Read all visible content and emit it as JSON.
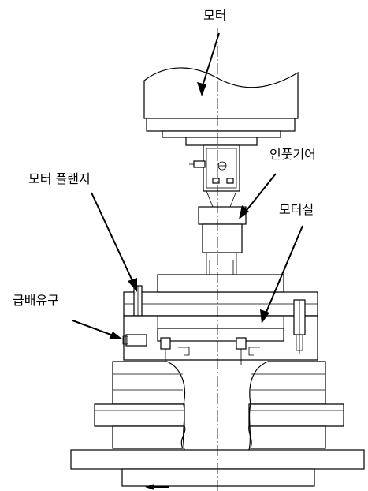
{
  "labels": {
    "motor": "모터",
    "input_gear": "인풋기어",
    "motor_flange": "모터 플랜지",
    "motor_seal": "모터실",
    "supply_drain_port": "급배유구"
  }
}
